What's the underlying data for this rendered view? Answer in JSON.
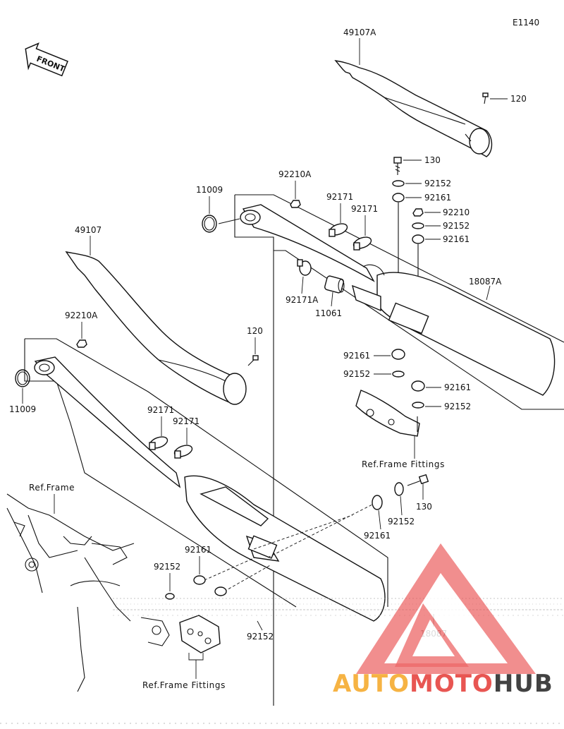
{
  "diagram_code": "E1140",
  "front_label": "FRONT",
  "labels": {
    "p49107A": "49107A",
    "p120_top": "120",
    "p130_top": "130",
    "p92152_a": "92152",
    "p92161_a": "92161",
    "p92210": "92210",
    "p92152_b": "92152",
    "p92161_b": "92161",
    "p92210A_top": "92210A",
    "p11009_top": "11009",
    "p92171_a": "92171",
    "p92171_b": "92171",
    "p18087A": "18087A",
    "p49107": "49107",
    "p92171A": "92171A",
    "p11061": "11061",
    "p92161_c": "92161",
    "p92152_c": "92152",
    "p92161_d": "92161",
    "p92152_d": "92152",
    "p92210A_left": "92210A",
    "p120_mid": "120",
    "p11009_left": "11009",
    "p92171_c": "92171",
    "p92171_d": "92171",
    "ref_frame_fittings_right": "Ref.Frame Fittings",
    "ref_frame": "Ref.Frame",
    "p130_low": "130",
    "p92152_e": "92152",
    "p92161_e": "92161",
    "p92161_f": "92161",
    "p92152_f": "92152",
    "p92152_g": "92152",
    "p18087": "18087",
    "ref_frame_fittings_bottom": "Ref.Frame Fittings"
  },
  "watermark": {
    "part1": "AUTO",
    "part2": "MOTO",
    "part3": "HUB",
    "color_orange": "#f5a623",
    "color_red": "#e53935",
    "color_dark": "#222222"
  }
}
